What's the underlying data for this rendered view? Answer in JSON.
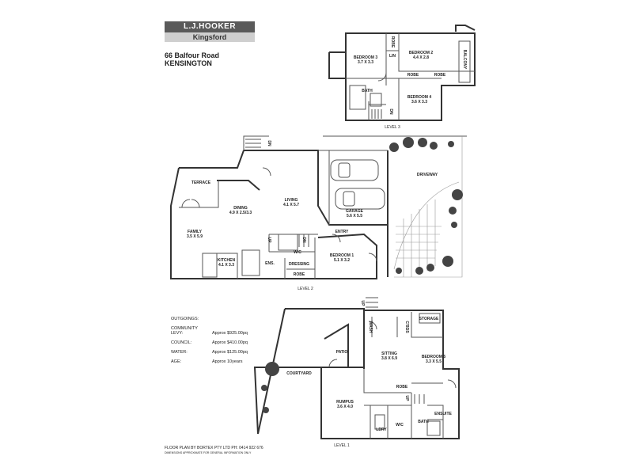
{
  "brand": {
    "name": "L.J.HOOKER",
    "office": "Kingsford"
  },
  "address": {
    "line1": "66 Balfour Road",
    "line2": "KENSINGTON"
  },
  "levels": {
    "level3": "LEVEL 3",
    "level2": "LEVEL 2",
    "level1": "LEVEL  1"
  },
  "rooms": {
    "bedroom3": "BEDROOM 3",
    "bedroom3_dim": "3.7 X 3.3",
    "robe_l3a": "ROBE",
    "lin": "LIN",
    "bedroom2": "BEDROOM 2",
    "bedroom2_dim": "4.4 X 2.8",
    "balcony": "BALCONY",
    "robe_l3b": "ROBE",
    "robe_l3c": "ROBE",
    "bath_l3": "BATH",
    "bedroom4": "BEDROOM 4",
    "bedroom4_dim": "3.6 X 3.3",
    "dn_l3": "DN",
    "dn_l2_top": "DN",
    "terrace": "TERRACE",
    "dining": "DINING",
    "dining_dim": "4.9 X 2.5/3.3",
    "living": "LIVING",
    "living_dim": "4.1 X 5.7",
    "garage": "GARAGE",
    "garage_dim": "5.6 X 5.5",
    "driveway": "DRIVEWAY",
    "family": "FAMILY",
    "family_dim": "3.5 X 5.9",
    "entry": "ENTRY",
    "up_l2": "UP",
    "dn_l2": "DN",
    "wc_l2": "W/C",
    "kitchen": "KITCHEN",
    "kitchen_dim": "4.1 X 3.3",
    "ens_l2": "ENS.",
    "dressing": "DRESSING",
    "bedroom1": "BEDROOM 1",
    "bedroom1_dim": "5.1 X 3.2",
    "robe_l2": "ROBE",
    "up_l1": "UP",
    "wash": "WASH",
    "cbds": "C'BDS",
    "storage": "STORAGE",
    "patio": "PATIO",
    "sitting": "SITTING",
    "sitting_dim": "3.8 X 6.9",
    "bedroom5": "BEDROOM 5",
    "bedroom5_dim": "3.3 X 5.5",
    "courtyard": "COURTYARD",
    "robe_l1": "ROBE",
    "up_l1b": "UP",
    "rumpus": "RUMPUS",
    "rumpus_dim": "3.6 X 4.0",
    "ensuite": "ENSUITE",
    "bath_l1": "BATH",
    "ldry": "LDRY",
    "wc_l1": "W/C"
  },
  "outgoings": {
    "heading": "OUTGOINGS:",
    "items": [
      {
        "label": "COMMUNITY\nLEVY:",
        "value": "Approx $925.00pq"
      },
      {
        "label": "COUNCIL:",
        "value": "Approx $410.00pq"
      },
      {
        "label": "WATER:",
        "value": "Approx $125.00pq"
      },
      {
        "label": "AGE:",
        "value": "Approx 10years"
      }
    ]
  },
  "credit": {
    "line1": "FLOOR PLAN BY BORTEX PTY LTD PH: 0414 922 676",
    "line2": "DIMENSIONS APPROXIMATE FOR GENERAL INFORMATION ONLY"
  }
}
